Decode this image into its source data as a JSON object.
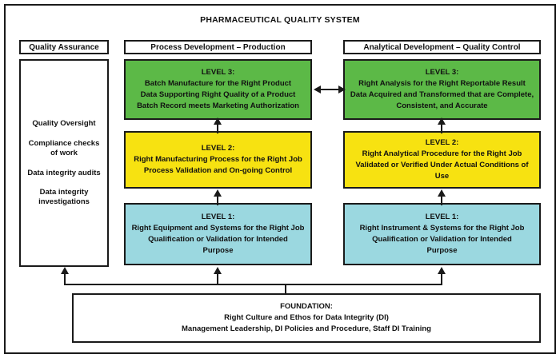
{
  "title": "PHARMACEUTICAL QUALITY SYSTEM",
  "colors": {
    "level3": "#5CB947",
    "level2": "#F7E211",
    "level1": "#9BD8E0",
    "border": "#1a1a1a",
    "background": "#ffffff",
    "text": "#111111"
  },
  "headers": {
    "quality_assurance": "Quality Assurance",
    "process_development": "Process Development – Production",
    "analytical_development": "Analytical Development – Quality Control"
  },
  "quality_assurance": {
    "items": [
      "Quality Oversight",
      "Compliance checks of work",
      "Data integrity audits",
      "Data integrity investigations"
    ]
  },
  "process_column": {
    "level3": {
      "heading": "LEVEL 3:",
      "line1": "Batch Manufacture for the Right Product",
      "line2": "Data Supporting Right Quality of a Product",
      "line3": "Batch Record meets Marketing Authorization",
      "color": "#5CB947"
    },
    "level2": {
      "heading": "LEVEL 2:",
      "line1": "Right Manufacturing Process for the Right Job",
      "line2": "Process Validation and On-going Control",
      "line3": "",
      "color": "#F7E211"
    },
    "level1": {
      "heading": "LEVEL 1:",
      "line1": "Right Equipment and Systems for the Right Job",
      "line2": "Qualification or Validation for Intended",
      "line3": "Purpose",
      "color": "#9BD8E0"
    }
  },
  "analytical_column": {
    "level3": {
      "heading": "LEVEL 3:",
      "line1": "Right Analysis for the Right Reportable Result",
      "line2": "Data Acquired and Transformed that are Complete,",
      "line3": "Consistent, and Accurate",
      "color": "#5CB947"
    },
    "level2": {
      "heading": "LEVEL 2:",
      "line1": "Right Analytical Procedure for the Right Job",
      "line2": "Validated or Verified Under Actual Conditions of Use",
      "line3": "",
      "color": "#F7E211"
    },
    "level1": {
      "heading": "LEVEL 1:",
      "line1": "Right Instrument & Systems for the Right Job",
      "line2": "Qualification or Validation for Intended",
      "line3": "Purpose",
      "color": "#9BD8E0"
    }
  },
  "foundation": {
    "heading": "FOUNDATION:",
    "line1": "Right Culture and Ethos for Data Integrity (DI)",
    "line2": "Management Leadership, DI Policies and Procedure, Staff DI Training"
  }
}
